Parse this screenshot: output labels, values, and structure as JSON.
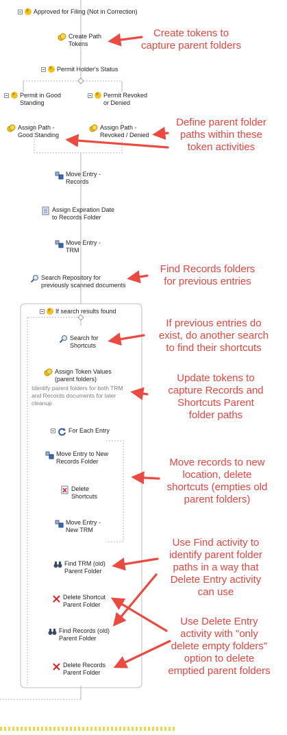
{
  "nodes": {
    "approved": "Approved for Filing (Not in Correction)",
    "create_path": "Create Path\nTokens",
    "permit_status": "Permit Holder's Status",
    "good_standing": "Permit in Good\nStanding",
    "revoked": "Permit Revoked\nor Denied",
    "assign_good": "Assign Path -\nGood Standing",
    "assign_revoked": "Assign Path -\nRevoked / Denied",
    "move_records": "Move Entry -\nRecords",
    "assign_exp": "Assign Expiration Date\nto Records Folder",
    "move_trm": "Move Entry -\nTRM",
    "search_repo": "Search Repository for\npreviously scanned documents",
    "if_found": "If search results found",
    "search_shortcuts": "Search for\nShortcuts",
    "assign_token": "Assign Token Values\n(parent folders)",
    "assign_token_desc": "Identify parent folders for both TRM\nand Records documents for later\ncleanup",
    "for_each": "For Each Entry",
    "move_new_records": "Move Entry to New\nRecords Folder",
    "delete_shortcuts": "Delete\nShortcuts",
    "move_new_trm": "Move Entry -\nNew TRM",
    "find_trm": "Find TRM (old)\nParent Folder",
    "delete_shortcut_parent": "Delete Shortcut\nParent Folder",
    "find_records": "Find Records (old)\nParent Folder",
    "delete_records": "Delete Records\nParent Folder"
  },
  "annotations": {
    "a1": "Create tokens to\ncapture parent folders",
    "a2": "Define parent folder\npaths within these\ntoken activities",
    "a3": "Find Records folders\nfor previous entries",
    "a4": "If previous entries do\nexist, do another search\nto find their shortcuts",
    "a5": "Update tokens to\ncapture Records and\nShortcuts Parent\nfolder paths",
    "a6": "Move records to new\nlocation, delete\nshortcuts (empties old\nparent folders)",
    "a7": "Use Find activity to\nidentify parent folder\npaths in a way that\nDelete Entry activity\ncan use",
    "a8": "Use Delete Entry\nactivity with \"only\ndelete empty folders\"\noption to delete\nemptied parent folders"
  },
  "colors": {
    "annotation": "#e4453f",
    "arrow": "#ea4a3f",
    "line": "#b5b5b5"
  }
}
